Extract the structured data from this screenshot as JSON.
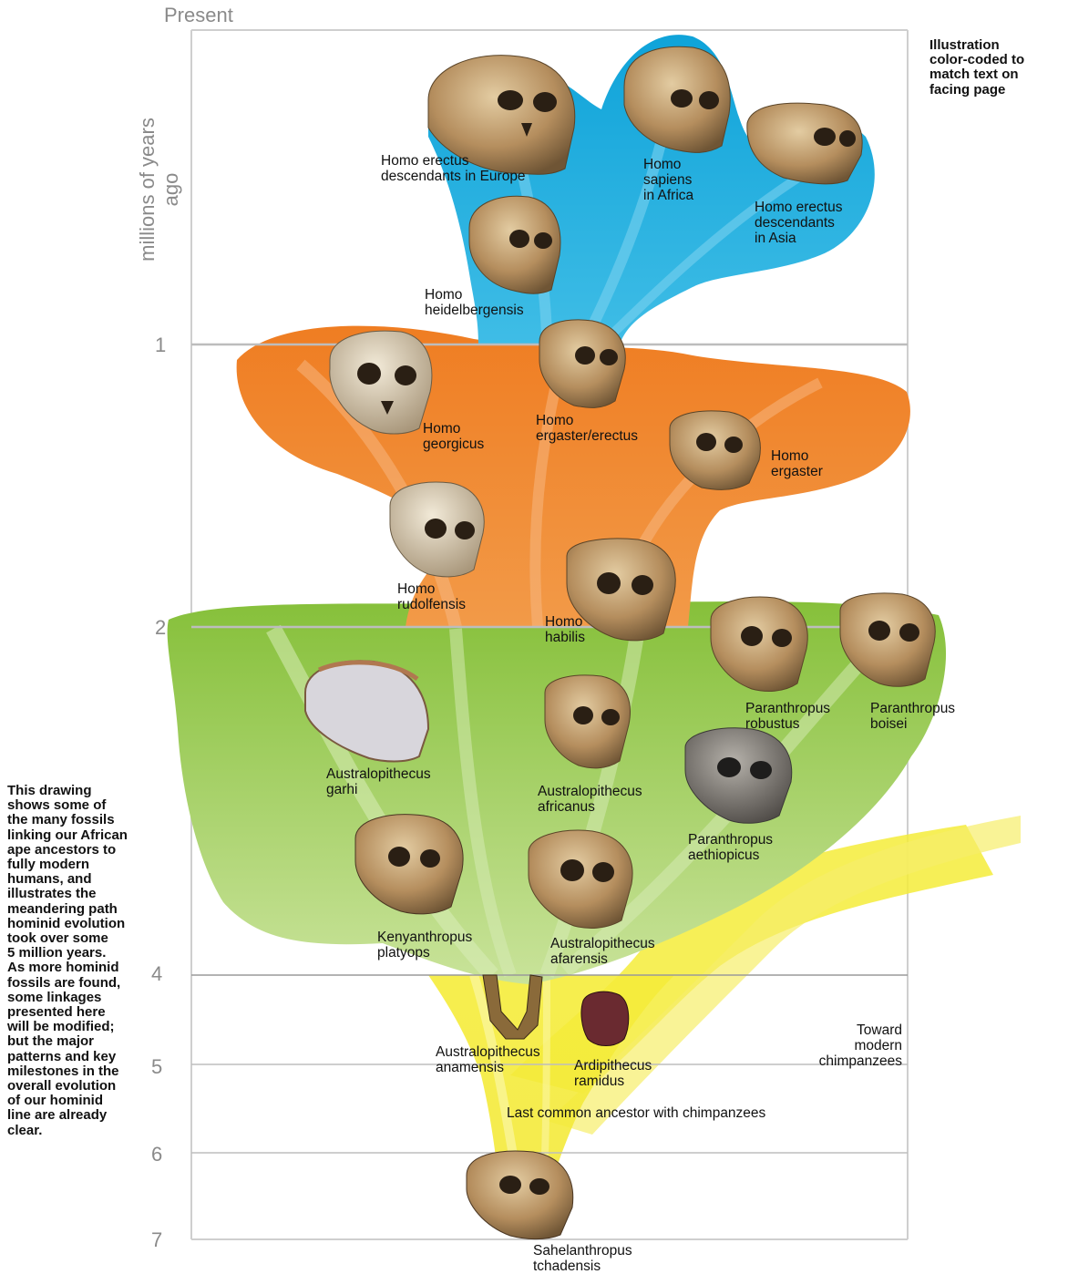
{
  "axis": {
    "title": "millions of years ago",
    "top_label": "Present",
    "ticks": [
      "1",
      "2",
      "4",
      "5",
      "6",
      "7"
    ]
  },
  "side_notes": {
    "right": "Illustration\ncolor-coded to\nmatch text on\nfacing page",
    "left": "This drawing\nshows some of\nthe many fossils\nlinking our African\nape ancestors to\nfully modern\nhumans, and\nillustrates the\nmeandering path\nhominid evolution\ntook over some\n5 million years.\nAs more hominid\nfossils are found,\nsome linkages\npresented here\nwill be modified;\nbut the major\npatterns and key\nmilestones in the\noverall evolution\nof our hominid\nline are already\nclear."
  },
  "colors": {
    "blue": "#19a9dc",
    "orange": "#f08a30",
    "green": "#8cc43c",
    "yellow": "#f2e62c",
    "axis_text": "#8a8a8a",
    "grid": "#b8b8b8"
  },
  "species": [
    {
      "id": "homo-erectus-europe",
      "label": "Homo erectus\ndescendants in Europe"
    },
    {
      "id": "homo-sapiens-africa",
      "label": "Homo\nsapiens\nin Africa"
    },
    {
      "id": "homo-erectus-asia",
      "label": "Homo erectus\ndescendants\nin Asia"
    },
    {
      "id": "homo-heidelbergensis",
      "label": "Homo\nheidelbergensis"
    },
    {
      "id": "homo-georgicus",
      "label": "Homo\ngeorgicus"
    },
    {
      "id": "homo-ergaster-erectus",
      "label": "Homo\nergaster/erectus"
    },
    {
      "id": "homo-ergaster",
      "label": "Homo\nergaster"
    },
    {
      "id": "homo-rudolfensis",
      "label": "Homo\nrudolfensis"
    },
    {
      "id": "homo-habilis",
      "label": "Homo\nhabilis"
    },
    {
      "id": "paranthropus-robustus",
      "label": "Paranthropus\nrobustus"
    },
    {
      "id": "paranthropus-boisei",
      "label": "Paranthropus\nboisei"
    },
    {
      "id": "australopithecus-garhi",
      "label": "Australopithecus\ngarhi"
    },
    {
      "id": "australopithecus-africanus",
      "label": "Australopithecus\nafricanus"
    },
    {
      "id": "paranthropus-aethiopicus",
      "label": "Paranthropus\naethiopicus"
    },
    {
      "id": "kenyanthropus-platyops",
      "label": "Kenyanthropus\nplatyops"
    },
    {
      "id": "australopithecus-afarensis",
      "label": "Australopithecus\nafarensis"
    },
    {
      "id": "australopithecus-anamensis",
      "label": "Australopithecus\nanamensis"
    },
    {
      "id": "ardipithecus-ramidus",
      "label": "Ardipithecus\nramidus"
    },
    {
      "id": "sahelanthropus-tchadensis",
      "label": "Sahelanthropus\ntchadensis"
    }
  ],
  "annotations": {
    "chimp_branch": "Toward\nmodern\nchimpanzees",
    "common_ancestor": "Last common ancestor with chimpanzees"
  }
}
